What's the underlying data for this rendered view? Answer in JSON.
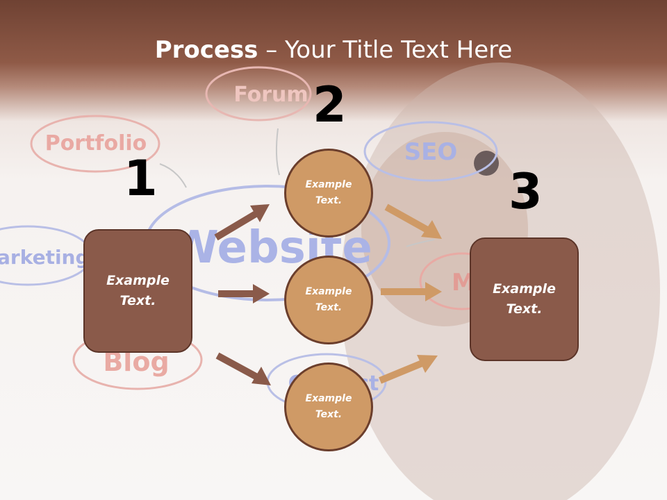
{
  "title": {
    "bold": "Process",
    "rest": " – Your Title Text Here"
  },
  "steps": {
    "one": "1",
    "two": "2",
    "three": "3"
  },
  "left_box": {
    "text": "Example\nText."
  },
  "right_box": {
    "text": "Example\nText."
  },
  "circles": [
    {
      "text": "Example\nText."
    },
    {
      "text": "Example\nText."
    },
    {
      "text": "Example\nText."
    }
  ],
  "background_words": {
    "forum": "Forum",
    "portfolio": "Portfolio",
    "seo": "SEO",
    "marketing": "arketing",
    "website": "Website",
    "blog": "Blog",
    "contact": "Contact",
    "m": "M"
  },
  "colors": {
    "header": "#7a4a3a",
    "box_fill": "#8a5a4a",
    "circle_fill": "#cf9a66",
    "arrow_dark": "#8a5a4a",
    "arrow_light": "#cf9a66"
  }
}
